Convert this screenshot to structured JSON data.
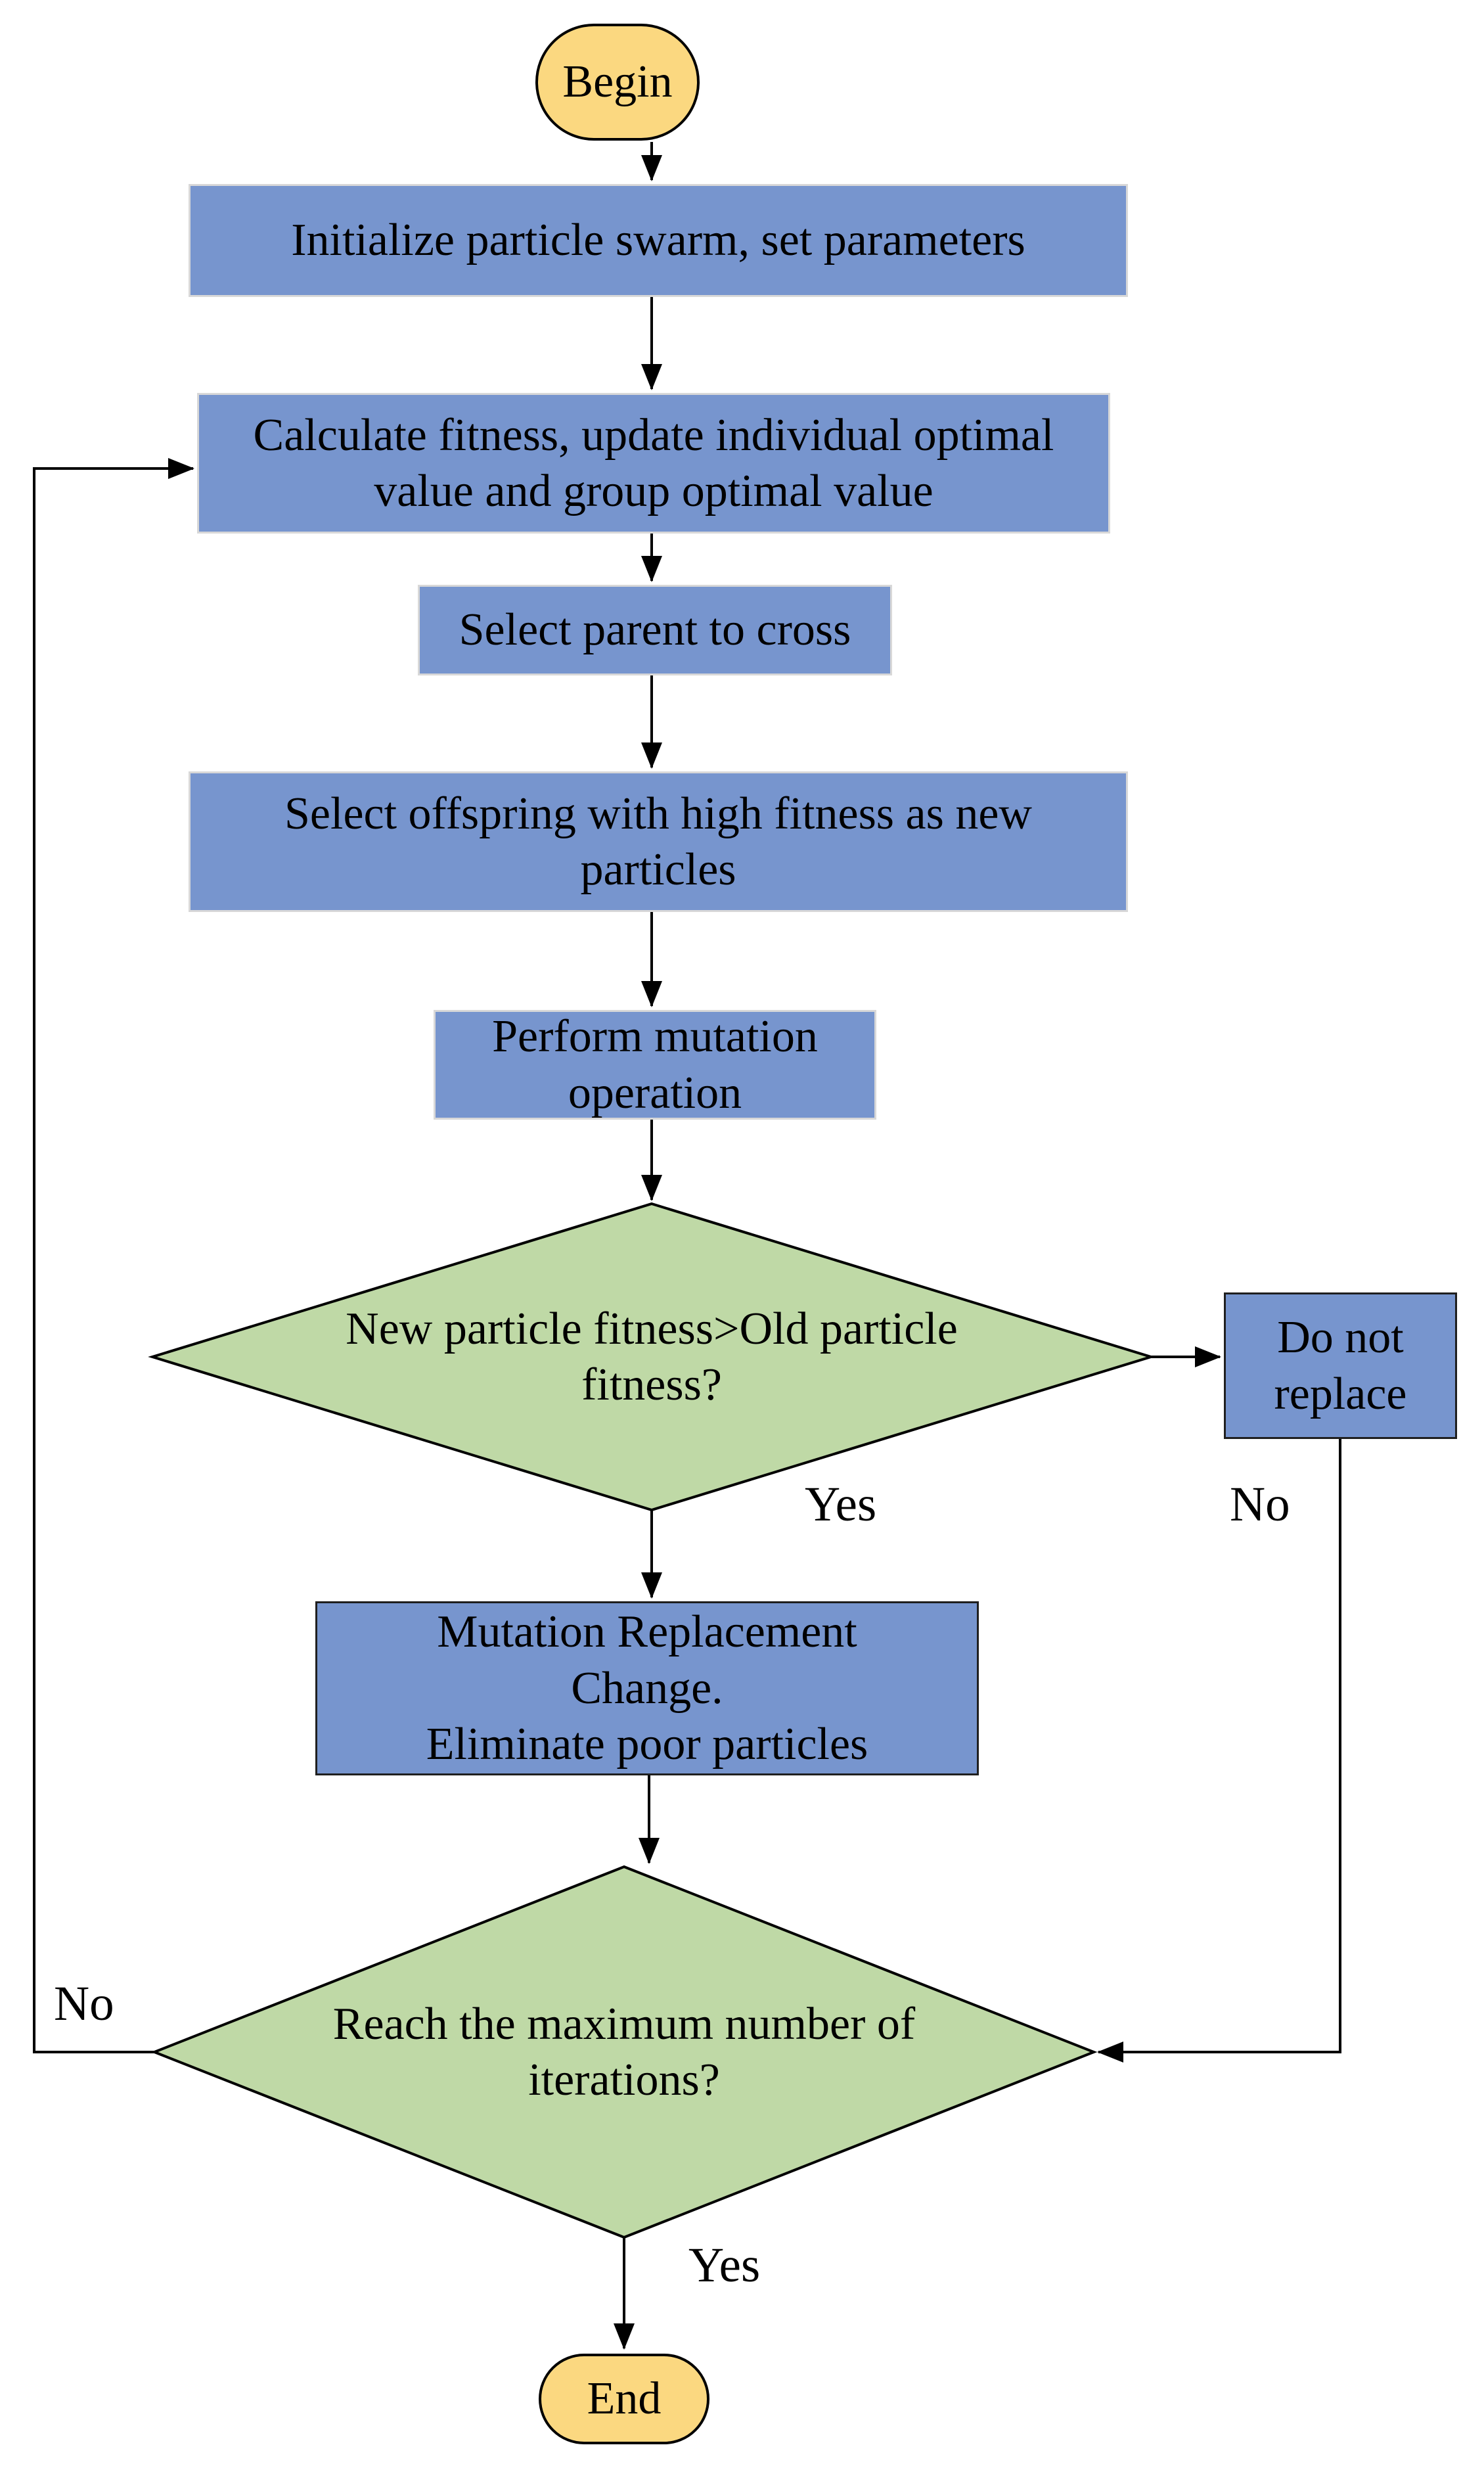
{
  "colors": {
    "process_fill": "#7795CE",
    "process_border": "#D8D8D8",
    "dark_border": "#1F1F1F",
    "decision_fill": "#BFD9A6",
    "terminator_fill": "#FBD880",
    "line_color": "#000000",
    "text_color": "#000000",
    "background": "#FFFFFF"
  },
  "nodes": {
    "begin": {
      "label": "Begin"
    },
    "initialize": {
      "label": "Initialize particle swarm, set parameters"
    },
    "calculate": {
      "label": "Calculate fitness, update individual optimal value and group optimal value"
    },
    "select_parent": {
      "label": "Select parent to cross"
    },
    "select_offspring": {
      "label": "Select offspring with high fitness as new particles"
    },
    "perform_mutation": {
      "label": "Perform mutation operation"
    },
    "fitness_decision": {
      "label": "New particle fitness>Old particle fitness?"
    },
    "do_not_replace": {
      "label": "Do not replace"
    },
    "mutation_replacement": {
      "label": "Mutation Replacement\nChange.\nEliminate poor particles"
    },
    "iterations_decision": {
      "label": "Reach the maximum number of iterations?"
    },
    "end": {
      "label": "End"
    }
  },
  "edge_labels": {
    "fitness_yes": "Yes",
    "fitness_no": "No",
    "iterations_no": "No",
    "iterations_yes": "Yes"
  }
}
